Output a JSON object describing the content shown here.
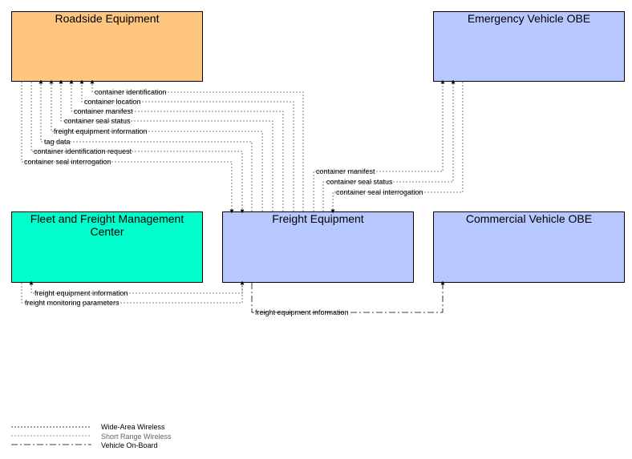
{
  "nodes": {
    "roadside": {
      "label": "Roadside Equipment",
      "color": "#ffc680"
    },
    "emergency": {
      "label": "Emergency Vehicle OBE",
      "color": "#b6c8ff"
    },
    "fleet": {
      "label": "Fleet and Freight Management Center",
      "color": "#00ffcc"
    },
    "freight": {
      "label": "Freight Equipment",
      "color": "#b6c8ff"
    },
    "commercial": {
      "label": "Commercial Vehicle OBE",
      "color": "#b6c8ff"
    }
  },
  "flows": {
    "rse_container_identification": "container identification",
    "rse_container_location": "container location",
    "rse_container_manifest": "container manifest",
    "rse_container_seal_status": "container seal status",
    "rse_freight_equipment_information": "freight equipment information",
    "rse_tag_data": "tag data",
    "rse_container_identification_request": "container identification request",
    "rse_container_seal_interrogation": "container seal interrogation",
    "ev_container_manifest": "container manifest",
    "ev_container_seal_status": "container seal status",
    "ev_container_seal_interrogation": "container seal interrogation",
    "fleet_freight_equipment_information": "freight equipment information",
    "fleet_freight_monitoring_parameters": "freight monitoring parameters",
    "cv_freight_equipment_information": "freight equipment information"
  },
  "legend": {
    "wide_area": "Wide-Area Wireless",
    "short_range": "Short Range Wireless",
    "vehicle_onboard": "Vehicle On-Board"
  }
}
